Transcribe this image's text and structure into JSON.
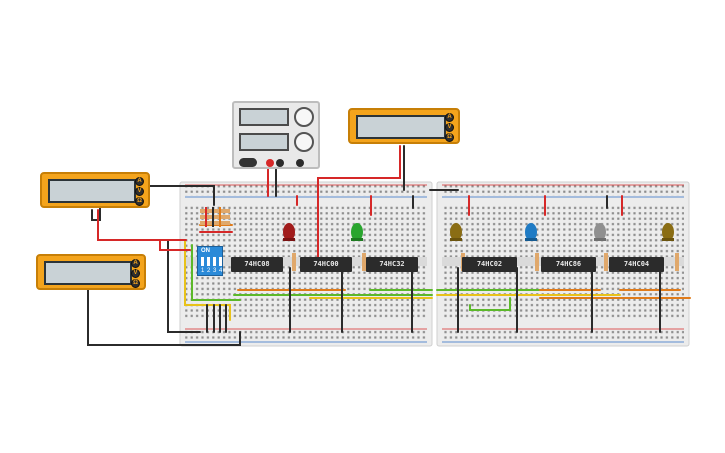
{
  "chips": {
    "u1": "74HC08",
    "u2": "74HC00",
    "u3": "74HC32",
    "u4": "74HC02",
    "u5": "74HC86",
    "u6": "74HC04"
  },
  "dip_switch": {
    "label": "ON",
    "numbers": [
      "1",
      "2",
      "3",
      "4"
    ]
  },
  "multimeter": {
    "knob_a": "A",
    "knob_v": "V",
    "knob_ohm": "Ω"
  },
  "colors": {
    "wire_red": "#d62828",
    "wire_black": "#2b2b2b",
    "wire_yellow": "#e8c21a",
    "wire_green": "#5cb82a",
    "wire_orange": "#e07b1a",
    "led_red": "#a11b1b",
    "led_green": "#29a52e",
    "led_olive": "#8a6d14",
    "led_blue": "#1f7bc4",
    "led_grey": "#8f8f8f",
    "multimeter": "#f4a41c"
  }
}
